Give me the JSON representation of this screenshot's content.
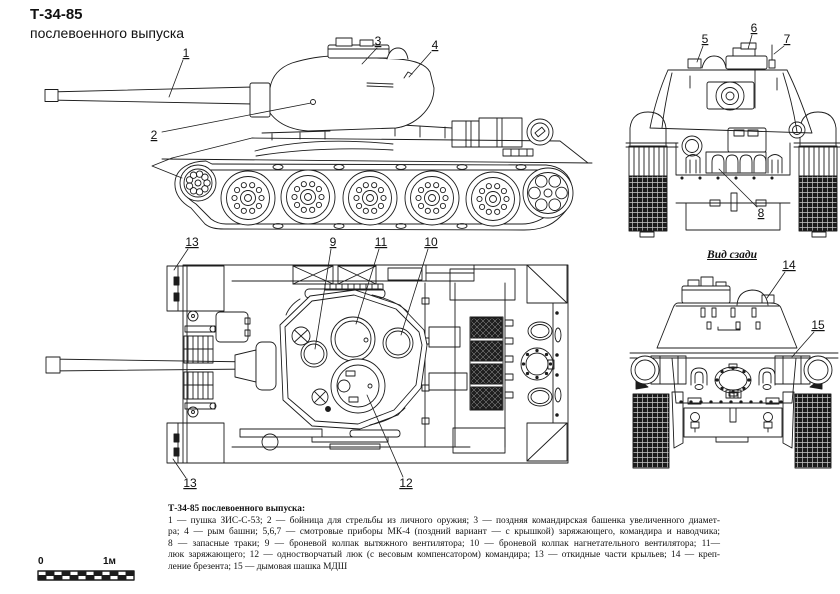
{
  "header": {
    "title": "Т-34-85",
    "subtitle": "послевоенного выпуска"
  },
  "views": {
    "rear_view_label": "Вид сзади"
  },
  "callouts": {
    "n1": "1",
    "n2": "2",
    "n3": "3",
    "n4": "4",
    "n5": "5",
    "n6": "6",
    "n7": "7",
    "n8": "8",
    "n9": "9",
    "n10": "10",
    "n11": "11",
    "n12": "12",
    "n13": "13",
    "n14": "14",
    "n15": "15"
  },
  "legend": {
    "header": "Т-34-85 послевоенного выпуска:",
    "lines": [
      "1 — пушка ЗИС-С-53; 2 — бойница для стрельбы из личного оружия; 3 — поздняя командирская башенка увеличенного диамет-",
      "ра; 4 — рым башни; 5,6,7 — смотровые приборы МК-4 (поздний вариант — с крышкой) заряжающего, командира и наводчика;",
      "8 — запасные траки; 9 — броневой колпак вытяжного вентилятора; 10 — броневой колпак нагнетательного вентилятора; 11—",
      "люк заряжающего; 12 — одностворчатый люк (с весовым компенсатором) командира; 13 — откидные части крыльев; 14 — креп-",
      "ление брезента; 15 — дымовая шашка МДШ"
    ]
  },
  "scale": {
    "start": "0",
    "end": "1м"
  }
}
